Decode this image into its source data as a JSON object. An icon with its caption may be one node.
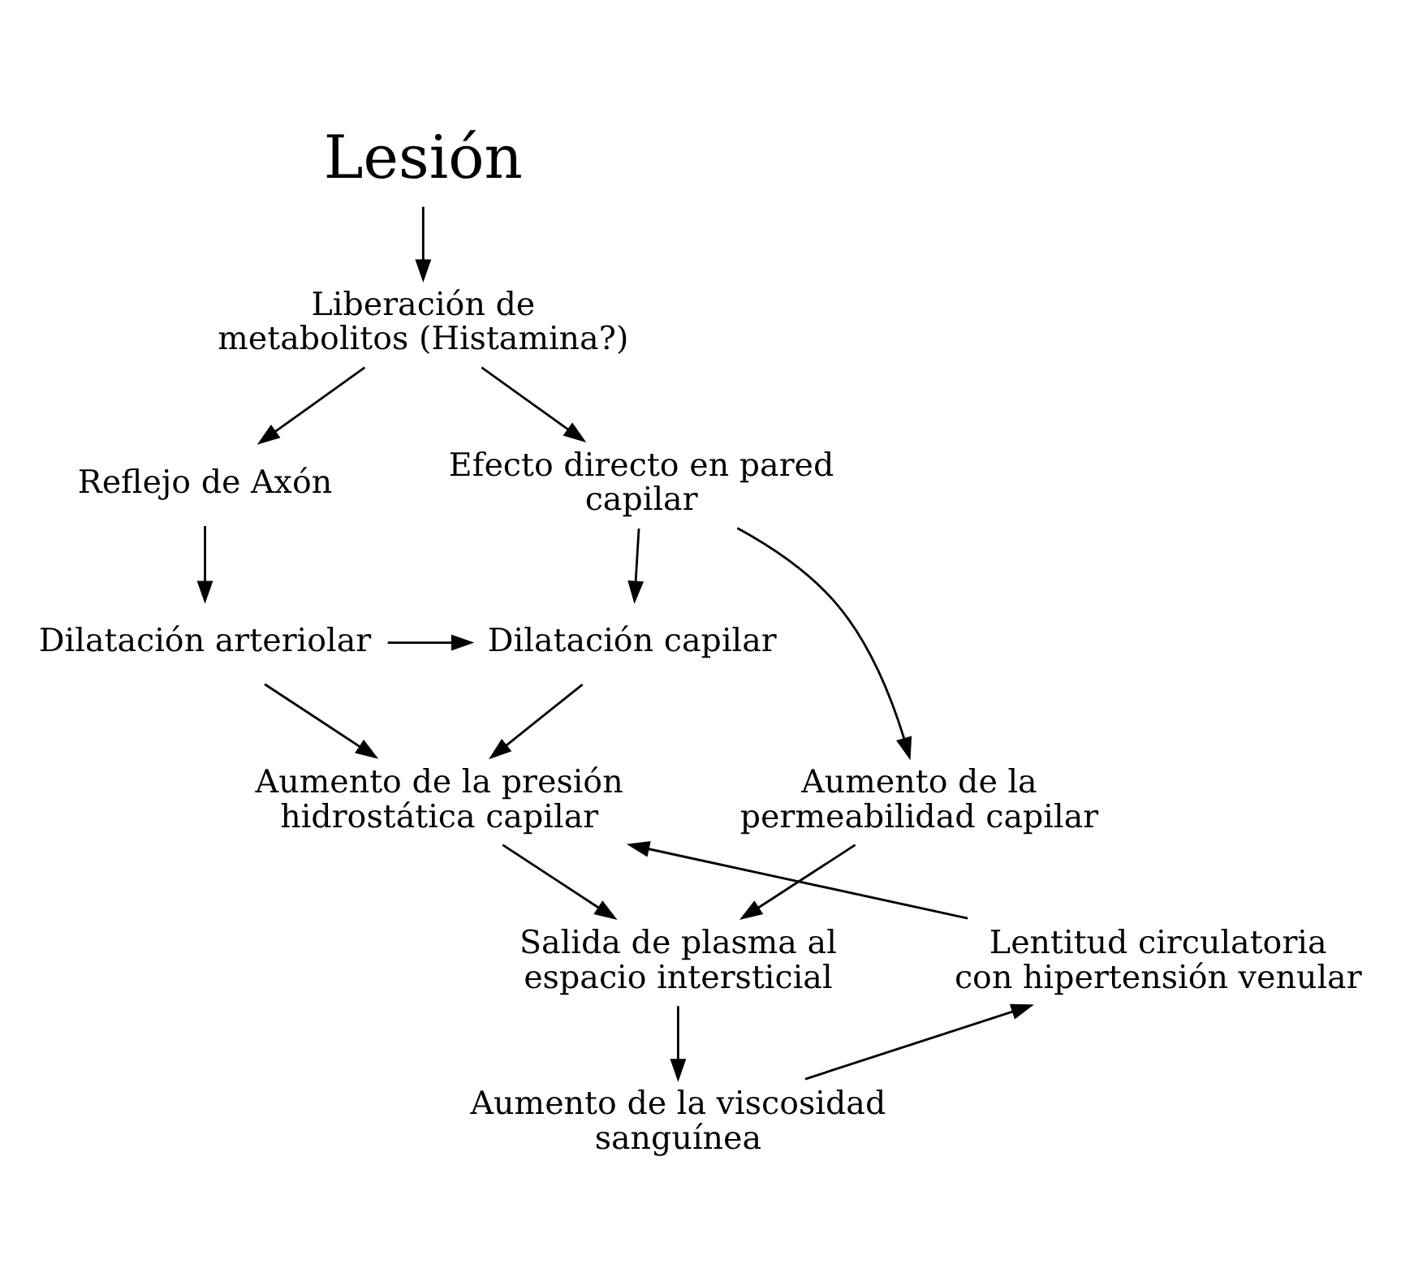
{
  "diagram": {
    "nodes": [
      {
        "text": [
          "Lesión"
        ]
      },
      {
        "text": [
          "Liberación de metabolitos (Histamina?)"
        ]
      },
      {
        "text": [
          "Reflejo de Axón"
        ]
      },
      {
        "text": [
          "Efecto directo en pared capilar"
        ]
      },
      {
        "text": [
          "Dilatación arteriolar"
        ]
      },
      {
        "text": [
          "Dilatación capilar"
        ]
      },
      {
        "text": [
          "Aumento de la permeabilidad capilar"
        ]
      },
      {
        "text": [
          "Aumento de la presión hidrostática capilar"
        ]
      },
      {
        "text": [
          "Salida de plasma al espacio intersticial"
        ]
      },
      {
        "text": [
          "Lentitud circulatoria con hipertensión venular"
        ]
      },
      {
        "text": [
          "Aumento de la viscosidad sanguínea"
        ]
      }
    ],
    "edges": [
      {
        "from": 0,
        "to": 1,
        "arrow": "to"
      },
      {
        "from": 1,
        "to": 2,
        "arrow": "to"
      },
      {
        "from": 1,
        "to": 3,
        "arrow": "to"
      },
      {
        "from": 2,
        "to": 4,
        "arrow": "to"
      },
      {
        "from": 3,
        "to": 5,
        "arrow": "to"
      },
      {
        "from": 3,
        "to": 6,
        "arrow": "to"
      },
      {
        "from": 4,
        "to": 5,
        "arrow": "to"
      },
      {
        "from": 4,
        "to": 7,
        "arrow": "to"
      },
      {
        "from": 5,
        "to": 7,
        "arrow": "to"
      },
      {
        "from": 6,
        "to": 8,
        "arrow": "to"
      },
      {
        "from": 7,
        "to": 8,
        "arrow": "to"
      },
      {
        "from": 8,
        "to": 10,
        "arrow": "to"
      },
      {
        "from": 10,
        "to": 9,
        "arrow": "to"
      },
      {
        "from": 9,
        "to": 7,
        "arrow": "to"
      }
    ]
  }
}
